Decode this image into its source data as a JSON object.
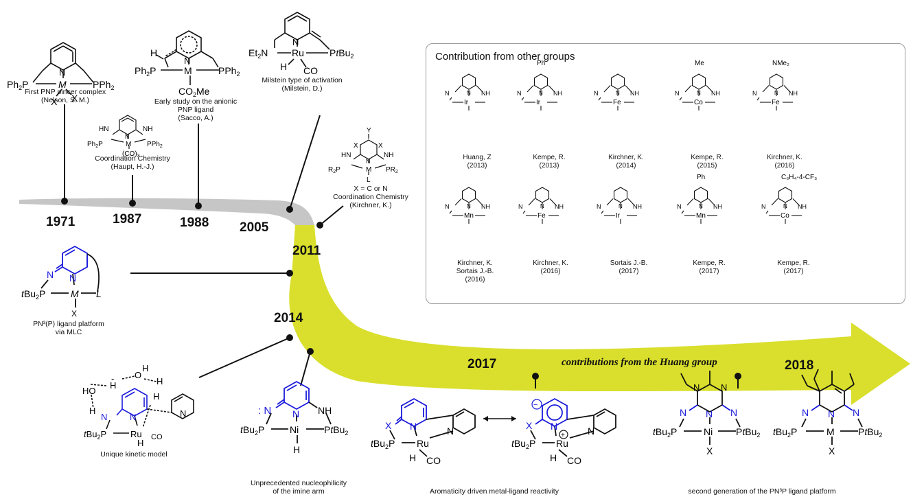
{
  "years": [
    "1971",
    "1987",
    "1988",
    "2005",
    "2011",
    "2014",
    "2017",
    "2018"
  ],
  "arrow_label": "contributions from the Huang group",
  "colors": {
    "gray_band": "#c6c6c6",
    "yellow_band": "#d9df2c",
    "ligand_blue": "#1a1adb",
    "box_border": "#9a9a9a"
  },
  "history": {
    "c1971": [
      "First PNP pincer complex",
      "(Nelson, S. M.)"
    ],
    "c1987": [
      "Coordination Chemistry",
      "(Haupt, H.-J.)"
    ],
    "c1988": [
      "Early study on the anionic",
      "PNP ligand",
      "(Sacco, A.)"
    ],
    "c2005": [
      "Milstein type of activation",
      "(Milstein, D.)"
    ],
    "c2011": [
      "X = C or N",
      "Coordination Chemistry",
      "(Kirchner, K.)"
    ]
  },
  "platform": [
    "PN³(P) ligand platform",
    "via MLC"
  ],
  "huang_captions": {
    "kinetic": "Unique kinetic model",
    "nucleophilicity": [
      "Unprecedented nucleophilicity",
      "of the imine arm"
    ],
    "aromaticity": "Aromaticity driven metal-ligand reactivity",
    "second_gen": "second generation of the PN³P ligand platform"
  },
  "box": {
    "title": "Contribution from other groups",
    "row1": [
      {
        "metal": "Ir",
        "lines": [
          "Huang, Z",
          "(2013)"
        ]
      },
      {
        "metal": "Ir",
        "lines": [
          "Kempe, R.",
          "(2013)"
        ]
      },
      {
        "metal": "Fe",
        "lines": [
          "Kirchner, K.",
          "(2014)"
        ]
      },
      {
        "metal": "Co",
        "lines": [
          "Kempe, R.",
          "(2015)"
        ]
      },
      {
        "metal": "Fe",
        "lines": [
          "Kirchner, K.",
          "(2016)"
        ]
      }
    ],
    "row2": [
      {
        "metal": "Mn",
        "lines": [
          "Kirchner, K.",
          "Sortais J.-B.",
          "(2016)"
        ]
      },
      {
        "metal": "Fe",
        "lines": [
          "Kirchner, K.",
          "(2016)"
        ]
      },
      {
        "metal": "Ir",
        "lines": [
          "Sortais J.-B.",
          "(2017)"
        ]
      },
      {
        "metal": "Mn",
        "lines": [
          "Kempe, R.",
          "(2017)"
        ]
      },
      {
        "metal": "Co",
        "lines": [
          "Kempe, R.",
          "(2017)"
        ]
      }
    ],
    "top_substituents": [
      "Ph",
      "Me",
      "NMe₂",
      "Ph",
      "C₆H₄-4-CF₃"
    ]
  }
}
